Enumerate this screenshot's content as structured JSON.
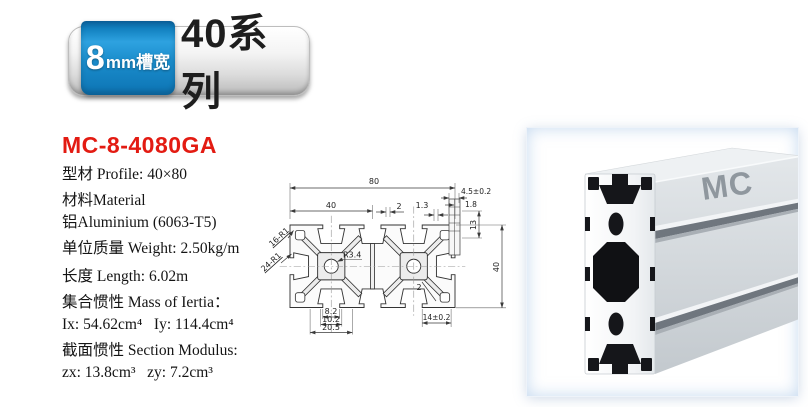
{
  "badge": {
    "slot_number": "8",
    "slot_unit": "mm槽宽",
    "series": "40系列"
  },
  "product": {
    "model": "MC-8-4080GA",
    "specs": [
      "型材 Profile: 40×80",
      "材料Material",
      "铝Aluminium (6063-T5)",
      "单位质量 Weight: 2.50kg/m",
      "长度 Length: 6.02m",
      "集合惯性 Mass of Iertia：",
      "Ix: 54.62cm⁴   Iy: 114.4cm⁴",
      "截面惯性 Section Modulus:",
      "zx: 13.8cm³   zy: 7.2cm³"
    ]
  },
  "drawing": {
    "dims": {
      "total_width": "80",
      "half_width": "40",
      "web_thickness": "2",
      "lip_thickness": "1.3",
      "slot_detail_opening": "4.5±0.2",
      "lip_height": "1.8",
      "slot_depth": "13",
      "height": "40",
      "slot_width": "8.2",
      "slot_mid_width": "10.2",
      "slot_outer_width": "20.5",
      "bottom_offset": "14±0.2",
      "corner_label_16": "16-R1",
      "corner_label_24": "24-R1",
      "center_hole_radius": "R3.4",
      "wall_thickness": "2"
    }
  },
  "photo": {
    "brand": "MC"
  },
  "colors": {
    "model_red": "#e31b12",
    "ribbon_blue": "#1286c6",
    "line": "#3a3a3a"
  }
}
